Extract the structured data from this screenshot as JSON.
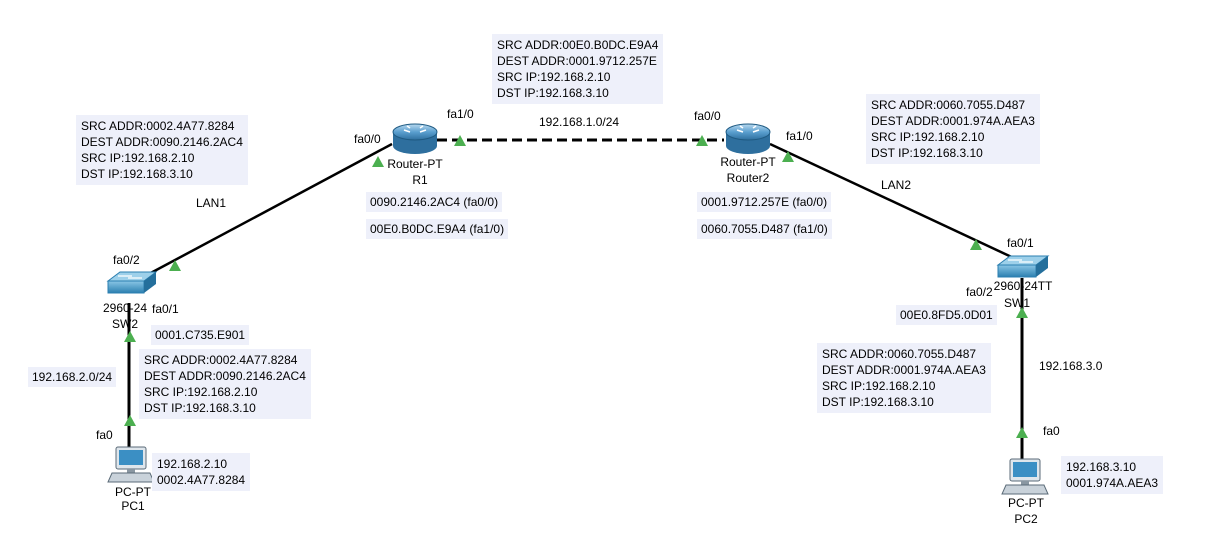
{
  "devices": {
    "r1": {
      "type": "Router-PT",
      "name": "R1",
      "mac_fa0": "0090.2146.2AC4 (fa0/0)",
      "mac_fa1": "00E0.B0DC.E9A4 (fa1/0)"
    },
    "r2": {
      "type": "Router-PT",
      "name": "Router2",
      "mac_fa0": "0001.9712.257E (fa0/0)",
      "mac_fa1": "0060.7055.D487 (fa1/0)"
    },
    "sw2": {
      "type": "2960-24",
      "name": "SW2",
      "mac": "0001.C735.E901"
    },
    "sw1": {
      "type": "2960-24TT",
      "name": "SW1",
      "mac": "00E0.8FD5.0D01"
    },
    "pc1": {
      "type": "PC-PT",
      "name": "PC1",
      "ip": "192.168.2.10",
      "mac": "0002.4A77.8284"
    },
    "pc2": {
      "type": "PC-PT",
      "name": "PC2",
      "ip": "192.168.3.10",
      "mac": "0001.974A.AEA3"
    }
  },
  "ports": {
    "r1_fa00": "fa0/0",
    "r1_fa10": "fa1/0",
    "r2_fa00": "fa0/0",
    "r2_fa10": "fa1/0",
    "sw2_fa02": "fa0/2",
    "sw2_fa01": "fa0/1",
    "sw1_fa01": "fa0/1",
    "sw1_fa02": "fa0/2",
    "pc1_fa0": "fa0",
    "pc2_fa0": "fa0"
  },
  "links": {
    "lan1": "LAN1",
    "lan2": "LAN2",
    "wan_net": "192.168.1.0/24",
    "net2": "192.168.2.0/24",
    "net3": "192.168.3.0"
  },
  "packet_info": {
    "top_center": [
      "SRC ADDR:00E0.B0DC.E9A4",
      "DEST ADDR:0001.9712.257E",
      "SRC IP:192.168.2.10",
      "DST IP:192.168.3.10"
    ],
    "left_upper": [
      "SRC ADDR:0002.4A77.8284",
      "DEST ADDR:0090.2146.2AC4",
      "SRC IP:192.168.2.10",
      "DST IP:192.168.3.10"
    ],
    "right_upper": [
      "SRC ADDR:0060.7055.D487",
      "DEST ADDR:0001.974A.AEA3",
      "SRC IP:192.168.2.10",
      "DST IP:192.168.3.10"
    ],
    "left_lower": [
      "SRC ADDR:0002.4A77.8284",
      "DEST ADDR:0090.2146.2AC4",
      "SRC IP:192.168.2.10",
      "DST IP:192.168.3.10"
    ],
    "right_lower": [
      "SRC ADDR:0060.7055.D487",
      "DEST ADDR:0001.974A.AEA3",
      "SRC IP:192.168.2.10",
      "DST IP:192.168.3.10"
    ]
  },
  "colors": {
    "link_up": "#4caf50",
    "cable": "#000000",
    "info_bg": "#eef0fa",
    "device_blue": "#3b8fc4"
  }
}
